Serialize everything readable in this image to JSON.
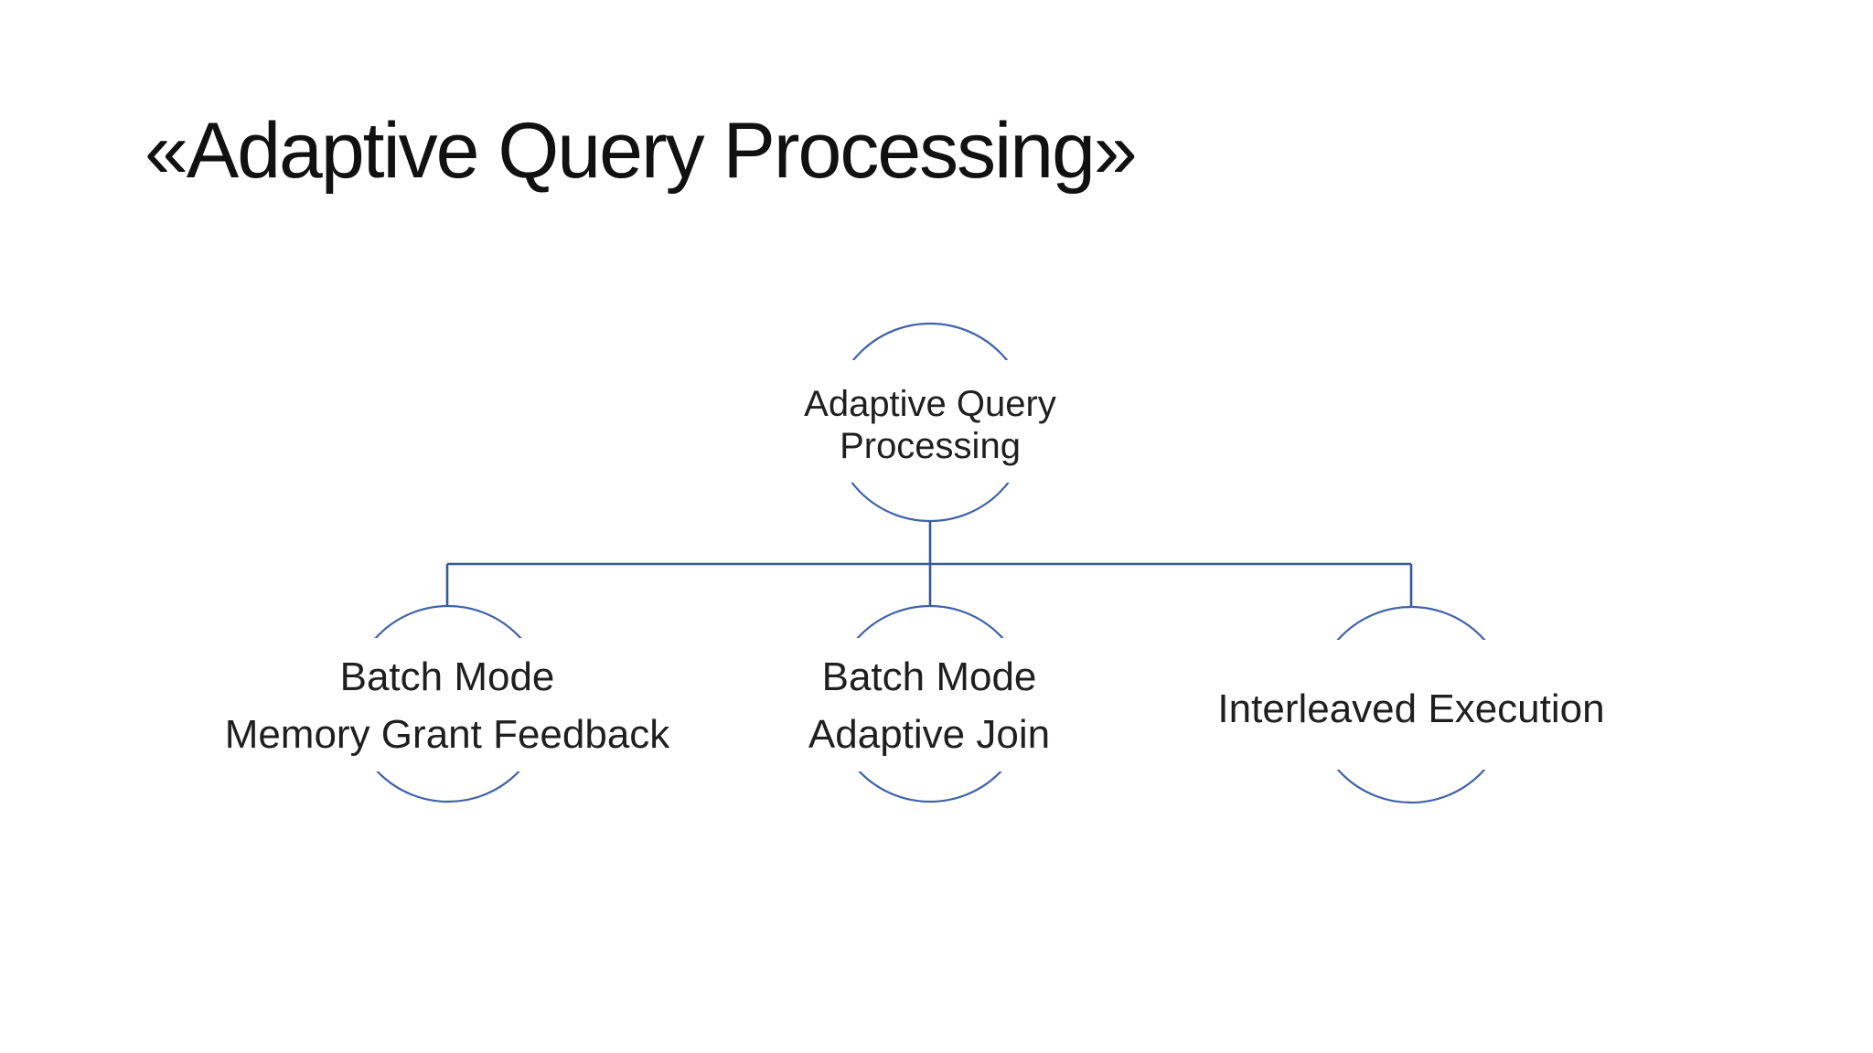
{
  "slide": {
    "title": "«Adaptive Query Processing»"
  },
  "diagram": {
    "type": "hierarchy",
    "root": {
      "lines": [
        "Adaptive Query",
        "Processing"
      ]
    },
    "children": [
      {
        "lines": [
          "Batch Mode",
          "Memory Grant Feedback"
        ]
      },
      {
        "lines": [
          "Batch Mode",
          "Adaptive Join"
        ]
      },
      {
        "lines": [
          "Interleaved Execution"
        ]
      }
    ],
    "colors": {
      "background": "#ffffff",
      "title_text": "#111111",
      "label_text": "#1f1f1f",
      "node_stroke": "#3f62a8",
      "connector": "#35599e"
    }
  }
}
